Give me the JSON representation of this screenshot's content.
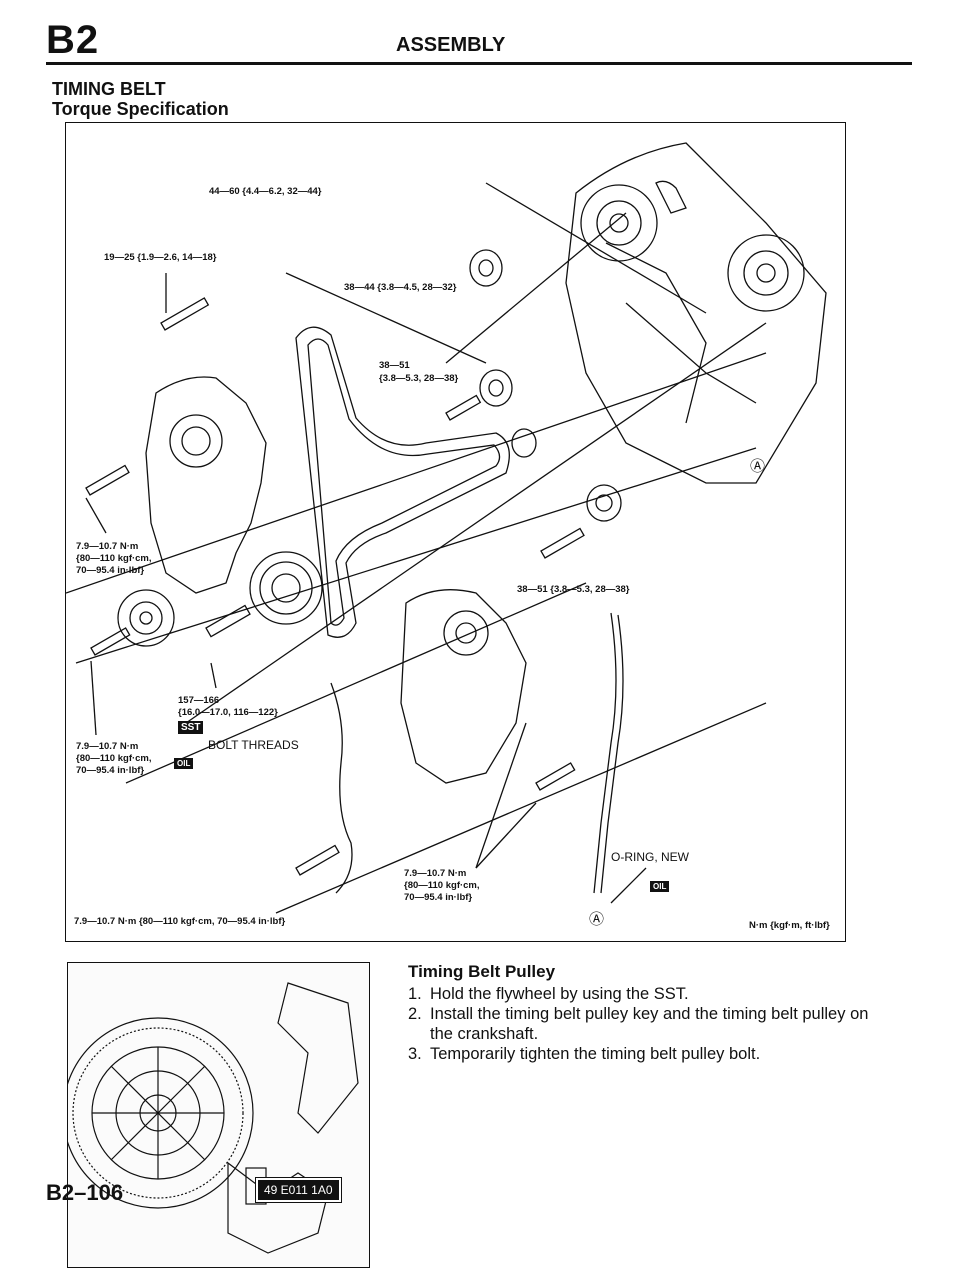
{
  "header": {
    "section_code": "B2",
    "section_title": "ASSEMBLY"
  },
  "headings": {
    "title": "TIMING BELT",
    "subtitle": "Torque Specification"
  },
  "diagram": {
    "labels": {
      "torque_44_60": "44—60 {4.4—6.2, 32—44}",
      "torque_19_25": "19—25 {1.9—2.6, 14—18}",
      "torque_38_44": "38—44 {3.8—4.5, 28—32}",
      "torque_38_51_upper_a": "38—51",
      "torque_38_51_upper_b": "{3.8—5.3, 28—38}",
      "torque_79_left_a": "7.9—10.7 N·m",
      "torque_79_left_b": "{80—110 kgf·cm,",
      "torque_79_left_c": "70—95.4 in·lbf}",
      "torque_38_51_lower": "38—51 {3.8—5.3, 28—38}",
      "torque_157_a": "157—166",
      "torque_157_b": "{16.0—17.0, 116—122}",
      "sst_badge": "SST",
      "bolt_threads": "BOLT THREADS",
      "oil_badge": "OIL",
      "torque_79_lowleft_a": "7.9—10.7 N·m",
      "torque_79_lowleft_b": "{80—110 kgf·cm,",
      "torque_79_lowleft_c": "70—95.4 in·lbf}",
      "torque_79_center_a": "7.9—10.7 N·m",
      "torque_79_center_b": "{80—110 kgf·cm,",
      "torque_79_center_c": "70—95.4 in·lbf}",
      "oring": "O-RING, NEW",
      "torque_79_bottom": "7.9—10.7 N·m {80—110 kgf·cm, 70—95.4 in·lbf}",
      "marker_a": "Ⓐ",
      "units": "N·m {kgf·m, ft·lbf}"
    }
  },
  "photo": {
    "sst_code": "49 E011 1A0"
  },
  "procedure": {
    "title": "Timing Belt Pulley",
    "steps": [
      {
        "num": "1.",
        "text": "Hold the flywheel by using the SST."
      },
      {
        "num": "2.",
        "text": "Install the timing belt pulley key and the timing belt pulley on the crankshaft."
      },
      {
        "num": "3.",
        "text": "Temporarily tighten the timing belt pulley bolt."
      }
    ]
  },
  "footer": {
    "page_number": "B2–106"
  }
}
